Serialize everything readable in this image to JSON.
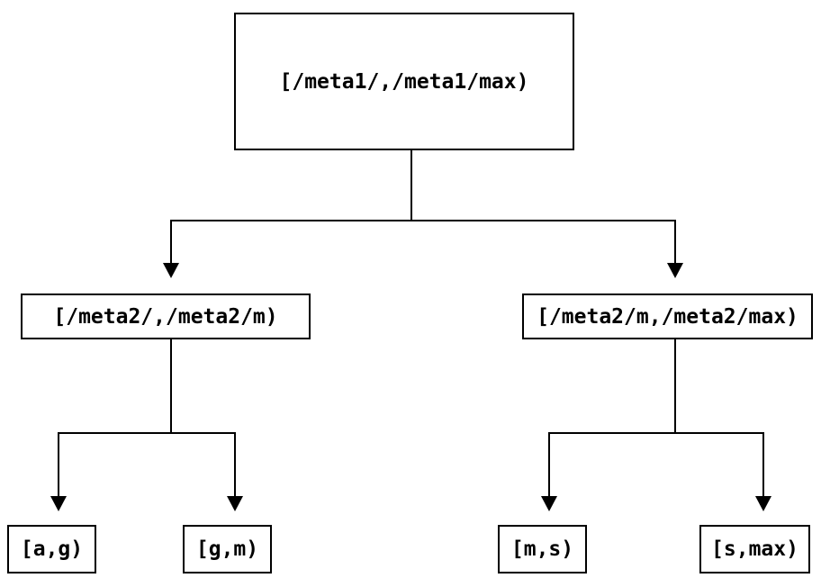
{
  "diagram": {
    "type": "tree",
    "colors": {
      "stroke": "#000000",
      "text": "#000000",
      "background": "#ffffff",
      "node_fill": "#ffffff"
    },
    "nodes": {
      "root": {
        "label": "[/meta1/,/meta1/max)"
      },
      "mid_left": {
        "label": "[/meta2/,/meta2/m)"
      },
      "mid_right": {
        "label": "[/meta2/m,/meta2/max)"
      },
      "leaf_ag": {
        "label": "[a,g)"
      },
      "leaf_gm": {
        "label": "[g,m)"
      },
      "leaf_ms": {
        "label": "[m,s)"
      },
      "leaf_smax": {
        "label": "[s,max)"
      }
    },
    "edges": [
      {
        "from": "root",
        "to": "mid_left"
      },
      {
        "from": "root",
        "to": "mid_right"
      },
      {
        "from": "mid_left",
        "to": "leaf_ag"
      },
      {
        "from": "mid_left",
        "to": "leaf_gm"
      },
      {
        "from": "mid_right",
        "to": "leaf_ms"
      },
      {
        "from": "mid_right",
        "to": "leaf_smax"
      }
    ],
    "arrow_icon": "triangle-down"
  }
}
